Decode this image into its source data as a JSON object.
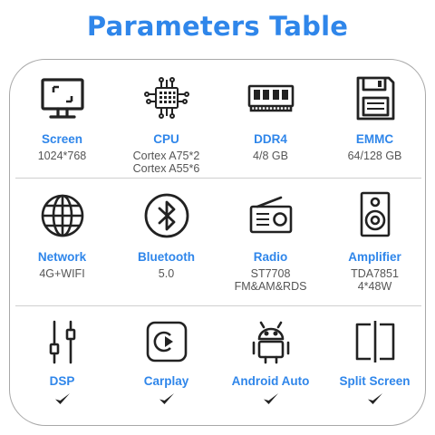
{
  "title": "Parameters Table",
  "colors": {
    "accent": "#2f86ea",
    "icon": "#222222",
    "text": "#555555"
  },
  "rows": [
    [
      {
        "icon": "monitor-icon",
        "label": "Screen",
        "value": "1024*768"
      },
      {
        "icon": "cpu-chip-icon",
        "label": "CPU",
        "value": "Cortex A75*2",
        "value2": "Cortex A55*6"
      },
      {
        "icon": "ram-module-icon",
        "label": "DDR4",
        "value": "4/8 GB"
      },
      {
        "icon": "storage-card-icon",
        "label": "EMMC",
        "value": "64/128 GB"
      }
    ],
    [
      {
        "icon": "globe-icon",
        "label": "Network",
        "value": "4G+WIFI"
      },
      {
        "icon": "bluetooth-icon",
        "label": "Bluetooth",
        "value": "5.0"
      },
      {
        "icon": "radio-icon",
        "label": "Radio",
        "value": "ST7708",
        "value2": "FM&AM&RDS"
      },
      {
        "icon": "speaker-icon",
        "label": "Amplifier",
        "value": "TDA7851",
        "value2": "4*48W"
      }
    ],
    [
      {
        "icon": "equalizer-icon",
        "label": "DSP",
        "check": true
      },
      {
        "icon": "carplay-icon",
        "label": "Carplay",
        "check": true
      },
      {
        "icon": "android-icon",
        "label": "Android Auto",
        "check": true
      },
      {
        "icon": "split-screen-icon",
        "label": "Split Screen",
        "check": true
      }
    ]
  ]
}
